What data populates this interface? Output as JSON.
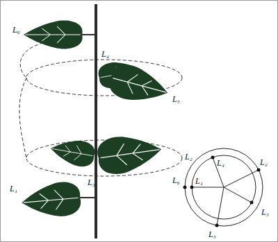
{
  "diagram": {
    "labels": [
      "L₆",
      "L₄",
      "L₅",
      "L₂",
      "L₃",
      "L₁",
      "L₄",
      "L₂",
      "L₆",
      "L₁",
      "L₃",
      "L₅"
    ]
  }
}
